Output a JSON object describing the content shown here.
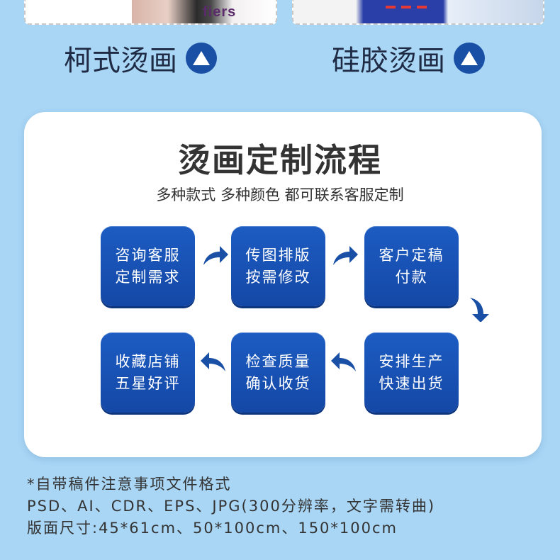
{
  "gallery": {
    "items": [
      {
        "label": "柯式烫画",
        "photo_text": "fiers"
      },
      {
        "label": "硅胶烫画"
      }
    ],
    "badge_icon": "triangle-up-icon"
  },
  "process": {
    "title": "烫画定制流程",
    "subtitle": "多种款式 多种颜色 都可联系客服定制",
    "steps": [
      {
        "line1": "咨询客服",
        "line2": "定制需求"
      },
      {
        "line1": "传图排版",
        "line2": "按需修改"
      },
      {
        "line1": "客户定稿",
        "line2": "付款"
      },
      {
        "line1": "安排生产",
        "line2": "快速出货"
      },
      {
        "line1": "检查质量",
        "line2": "确认收货"
      },
      {
        "line1": "收藏店铺",
        "line2": "五星好评"
      }
    ],
    "arrow_icon": "curved-arrow-icon"
  },
  "notes": {
    "line1": "*自带稿件注意事项文件格式",
    "line2": "PSD、AI、CDR、EPS、JPG(300分辨率，文字需转曲)",
    "line3": "版面尺寸:45*61cm、50*100cm、150*100cm"
  },
  "colors": {
    "background": "#a9d6f5",
    "accent_blue": "#1a4fa6",
    "text": "#333333"
  }
}
